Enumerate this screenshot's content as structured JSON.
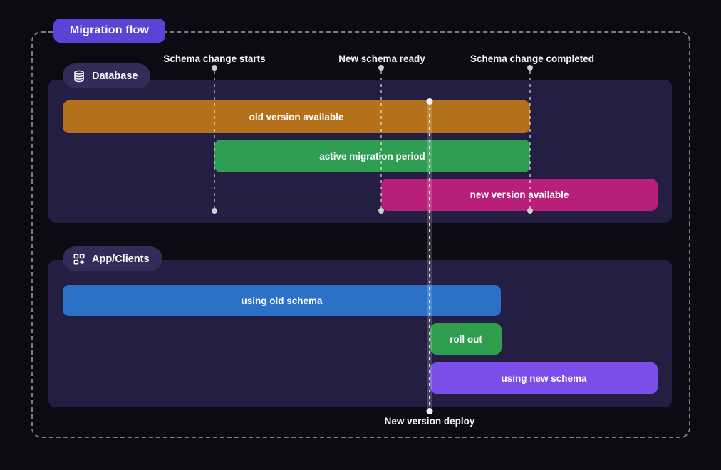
{
  "diagram": {
    "title": "Migration flow",
    "milestones": [
      {
        "label": "Schema change starts"
      },
      {
        "label": "New schema ready"
      },
      {
        "label": "Schema change completed"
      }
    ],
    "deploy_marker": {
      "label": "New version deploy"
    },
    "lanes": [
      {
        "label": "Database",
        "icon": "database-icon",
        "bars": [
          {
            "label": "old version available",
            "color": "#b5701b"
          },
          {
            "label": "active migration period",
            "color": "#2f9e52"
          },
          {
            "label": "new version available",
            "color": "#b71f78"
          }
        ]
      },
      {
        "label": "App/Clients",
        "icon": "grid-plus-icon",
        "bars": [
          {
            "label": "using old schema",
            "color": "#2a71c7"
          },
          {
            "label": "roll out",
            "color": "#2f9e4e"
          },
          {
            "label": "using new schema",
            "color": "#7a4ee9"
          }
        ]
      }
    ],
    "colors": {
      "background": "#0c0b14",
      "panel": "#241f42",
      "pill_badge": "#322c58",
      "title_badge": "#5b43d6",
      "frame_dash": "#7d7d8a",
      "marker_dot": "#cdcdda"
    }
  }
}
